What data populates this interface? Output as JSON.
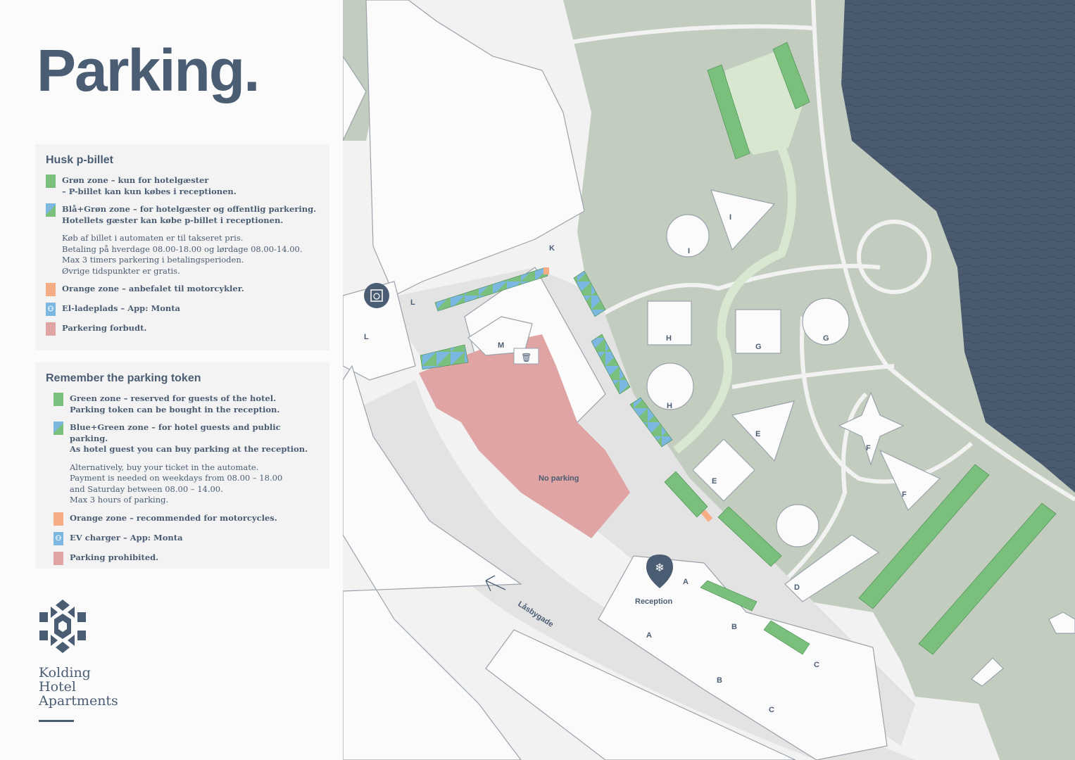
{
  "title": "Parking.",
  "danish": {
    "heading": "Husk p-billet",
    "green": [
      "Grøn zone – kun for hotelgæster",
      "– P-billet kan kun købes i receptionen."
    ],
    "bluegreen": [
      "Blå+Grøn zone – for hotelgæster og offentlig parkering.",
      "Hotellets gæster kan købe p-billet i receptionen."
    ],
    "info": [
      "Køb af billet i automaten er til takseret pris.",
      "Betaling på hverdage 08.00-18.00 og lørdage 08.00-14.00.",
      "Max 3 timers parkering i betalingsperioden.",
      "Øvrige tidspunkter er gratis."
    ],
    "orange": "Orange zone – anbefalet til motorcykler.",
    "ev": "El-ladeplads – App: Monta",
    "prohibited": "Parkering forbudt."
  },
  "english": {
    "heading": "Remember the parking token",
    "green": [
      "Green zone – reserved for guests of the hotel.",
      "Parking token can be bought in the reception."
    ],
    "bluegreen": [
      "Blue+Green zone – for hotel guests and public parking.",
      "As hotel guest you can buy parking at the reception."
    ],
    "info": [
      "Alternatively, buy your ticket in the automate.",
      "Payment is needed on weekdays from 08.00 – 18.00",
      "and Saturday between 08.00 – 14.00.",
      "Max 3 hours of parking."
    ],
    "orange": "Orange zone – recommended for motorcycles.",
    "ev": "EV charger – App: Monta",
    "prohibited": "Parking prohibited."
  },
  "logo": {
    "lines": [
      "Kolding",
      "Hotel",
      "Apartments"
    ]
  },
  "colors": {
    "green": "#7bbf7d",
    "blue": "#7bb7e0",
    "orange": "#f6ad86",
    "pink": "#e0a4a4",
    "water": "#4a5b70",
    "park": "#c2cdbf",
    "text": "#4b5d73"
  },
  "map": {
    "no_parking": "No parking",
    "reception": "Reception",
    "street": "Låsbygade",
    "buildings": {
      "A": "A",
      "B": "B",
      "C": "C",
      "D": "D",
      "E": "E",
      "F": "F",
      "G": "G",
      "H": "H",
      "I": "I",
      "K": "K",
      "L": "L",
      "M": "M"
    }
  }
}
